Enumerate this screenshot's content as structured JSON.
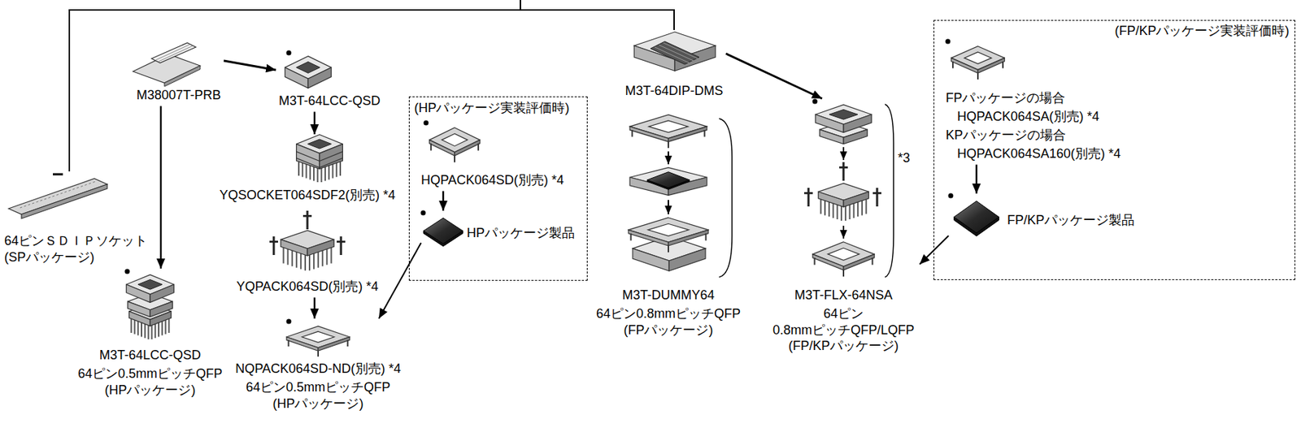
{
  "diagram": {
    "nodes": [
      {
        "text": [
          "64ピンＳＤＩＰソケット (SPパッケージ)"
        ]
      },
      {
        "text": [
          "M38007T-PRB"
        ]
      },
      {
        "text": [
          "M3T-64LCC-QSD"
        ]
      },
      {
        "text": [
          "YQSOCKET064SDF2(別売) *4"
        ]
      },
      {
        "text": [
          "YQPACK064SD(別売) *4"
        ]
      },
      {
        "text": [
          "NQPACK064SD-ND(別売) *4",
          "64ピン0.5mmピッチQFP (HPパッケージ)"
        ]
      },
      {
        "text": [
          "M3T-64LCC-QSD",
          "64ピン0.5mmピッチQFP (HPパッケージ)"
        ]
      },
      {
        "text": [
          "(HPパッケージ実装評価時)"
        ]
      },
      {
        "text": [
          "HQPACK064SD(別売) *4"
        ],
        "in": 7
      },
      {
        "text": [
          "HPパッケージ製品"
        ],
        "in": 7
      },
      {
        "text": [
          "M3T-64DIP-DMS"
        ]
      },
      {
        "text": [
          "M3T-DUMMY64",
          "64ピン0.8mmピッチQFP (FPパッケージ)"
        ]
      },
      {
        "text": [
          "(FP/KPパッケージ実装評価時)"
        ]
      },
      {
        "text": [
          "FPパッケージの場合",
          "HQPACK064SA(別売) *4",
          "KPパッケージの場合",
          "HQPACK064SA160(別売) *4"
        ],
        "in": 12
      },
      {
        "text": [
          "FP/KPパッケージ製品"
        ],
        "in": 12
      },
      {
        "text": [
          "M3T-FLX-64NSA",
          "64ピン 0.8mmピッチQFP/LQFP (FP/KPパッケージ)"
        ]
      }
    ],
    "edges": [
      {
        "from": 10,
        "to": 0,
        "arrow": "none"
      },
      {
        "from": 1,
        "to": 2,
        "arrow": "to"
      },
      {
        "from": 1,
        "to": 6,
        "arrow": "to"
      },
      {
        "from": 2,
        "to": 3,
        "arrow": "to"
      },
      {
        "from": 4,
        "to": 5,
        "arrow": "to"
      },
      {
        "from": 8,
        "to": 9,
        "arrow": "to"
      },
      {
        "from": 9,
        "to": 5,
        "arrow": "to"
      },
      {
        "from": 10,
        "to": 15,
        "arrow": "to"
      },
      {
        "from": 13,
        "to": 14,
        "arrow": "to"
      },
      {
        "from": 14,
        "to": 15,
        "arrow": "to"
      }
    ],
    "labels": [
      "*3"
    ]
  }
}
